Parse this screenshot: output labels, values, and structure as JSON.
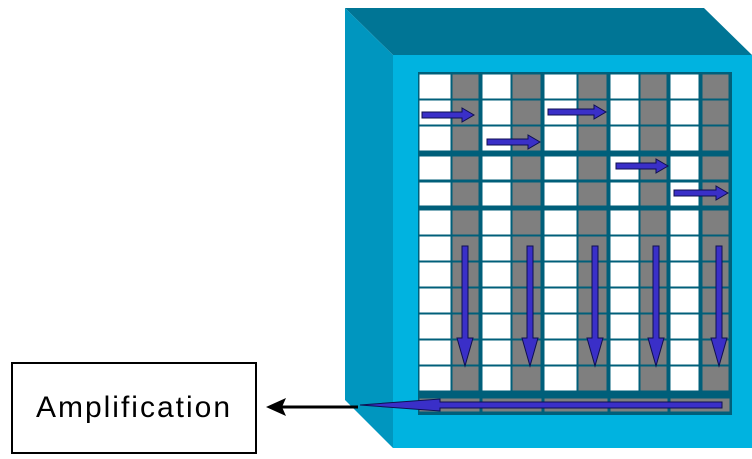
{
  "diagram": {
    "amplifier_label": "Amplification",
    "colors": {
      "chip_front": "#00B3E0",
      "chip_top": "#007595",
      "chip_side": "#0096BF",
      "pixel_light": "#FFFFFF",
      "pixel_dark": "#7F7F7F",
      "pixel_border": "#005F7A",
      "arrow_fill": "#3A2FC8",
      "arrow_stroke": "#0F0F50",
      "output_line": "#000000"
    },
    "grid": {
      "columns": 10,
      "rows": 13,
      "dark_columns": [
        1,
        3,
        5,
        7,
        9
      ]
    }
  }
}
